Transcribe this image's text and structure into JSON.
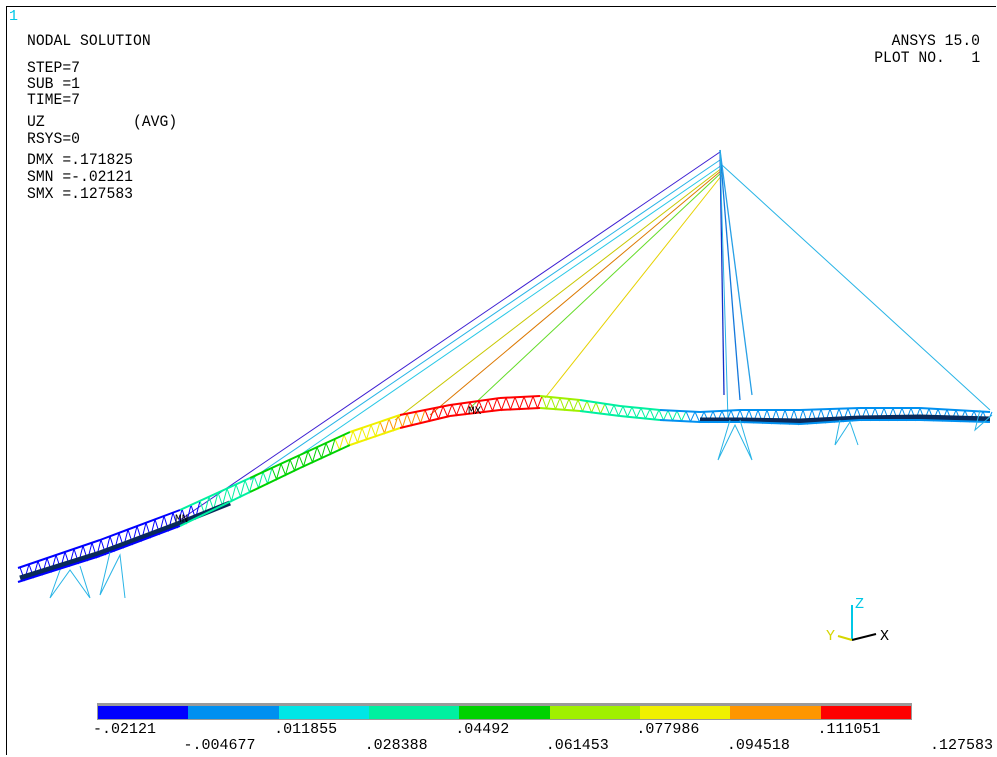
{
  "window_number": "1",
  "header": {
    "title": "NODAL SOLUTION",
    "version": "ANSYS 15.0",
    "plot_no": "PLOT NO.   1"
  },
  "info": {
    "step": "STEP=7",
    "sub": "SUB =1",
    "time": "TIME=7",
    "uz": "UZ",
    "avg": "(AVG)",
    "rsys": "RSYS=0",
    "dmx": "DMX =.171825",
    "smn": "SMN =-.02121",
    "smx": "SMX =.127583"
  },
  "markers": {
    "mx": "MX",
    "mn": "MN"
  },
  "axes": {
    "x": "X",
    "y": "Y",
    "z": "Z"
  },
  "colors": {
    "bands": [
      "#0000ff",
      "#0090f0",
      "#00e6e6",
      "#00f0a0",
      "#00d200",
      "#a0f000",
      "#f0f000",
      "#ff9600",
      "#ff0000"
    ],
    "axis_x": "#000000",
    "axis_y": "#e6e600",
    "axis_z": "#00c8e6",
    "window_number": "#00c8e6"
  },
  "legend": {
    "values": [
      ".02121",
      ".004677",
      ".011855",
      ".028388",
      ".04492",
      ".061453",
      ".077986",
      ".094518",
      ".111051",
      ".127583"
    ],
    "first_sign": "-",
    "second_sign": "-"
  }
}
